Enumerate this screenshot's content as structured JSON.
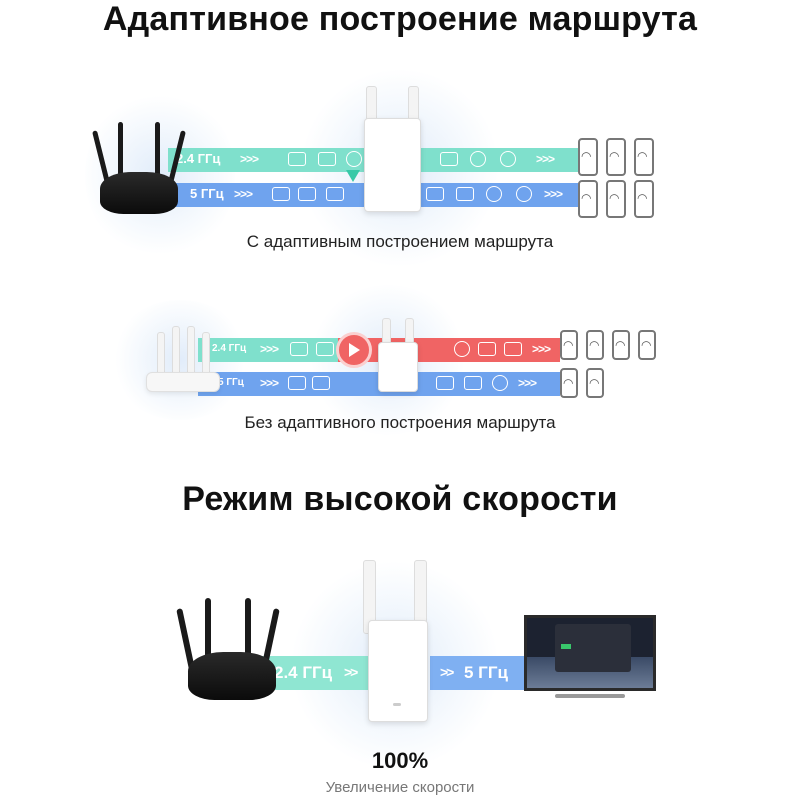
{
  "section1": {
    "title": "Адаптивное построение маршрута"
  },
  "diagram1": {
    "band_24_label": "2.4 ГГц",
    "band_5_label": "5 ГГц",
    "caption": "С адаптивным построением маршрута",
    "colors": {
      "teal": "#7fe0cc",
      "blue": "#6fa3ee"
    }
  },
  "diagram2": {
    "band_24_label": "2.4 ГГц",
    "band_5_label": "5 ГГц",
    "caption": "Без адаптивного построения маршрута",
    "colors": {
      "teal": "#7fe0cc",
      "blue": "#6fa3ee",
      "red": "#f06464"
    }
  },
  "section2": {
    "title": "Режим высокой скорости"
  },
  "diagram3": {
    "band_24_label": "2.4 ГГц",
    "band_5_label": "5 ГГц",
    "stat_value": "100%",
    "stat_label": "Увеличение скорости"
  },
  "icons": [
    "router-icon",
    "extender-icon",
    "phone-icon",
    "tv-icon",
    "wifi-icon",
    "video-icon",
    "gamepad-icon",
    "mail-icon",
    "cloud-icon",
    "play-icon"
  ]
}
